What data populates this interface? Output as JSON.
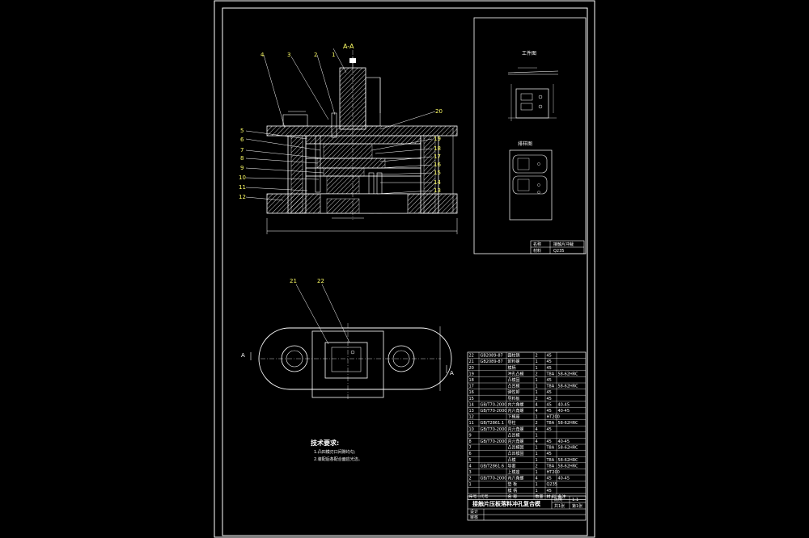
{
  "section_label": "A-A",
  "workpiece_title": "工件图",
  "layout_title": "排样图",
  "part_numbers_left": [
    "4",
    "3",
    "2",
    "1",
    "5",
    "6",
    "7",
    "8",
    "9",
    "10",
    "11",
    "12"
  ],
  "part_numbers_right": [
    "20",
    "19",
    "18",
    "17",
    "16",
    "15",
    "14",
    "13"
  ],
  "plan_part_numbers": [
    "21",
    "22"
  ],
  "section_mark": "A",
  "tech_requirements": {
    "title": "技术要求:",
    "items": [
      "1.凸凹模刃口间隙均匀;",
      "2.装配后各配合面应光洁。"
    ]
  },
  "mini_table": {
    "rows": [
      [
        "名称",
        "接触片冲裁"
      ],
      [
        "材料",
        "Q235"
      ]
    ]
  },
  "bom": {
    "headers": [
      "序号",
      "代号",
      "名 称",
      "数量",
      "材 料",
      "备注"
    ],
    "rows": [
      [
        "22",
        "GB2089-87",
        "圆柱销",
        "2",
        "45",
        ""
      ],
      [
        "21",
        "GB2089-87",
        "卸料螺",
        "1",
        "45",
        ""
      ],
      [
        "20",
        "",
        "模柄",
        "1",
        "45",
        ""
      ],
      [
        "19",
        "",
        "冲孔凸模",
        "2",
        "T8A",
        "58-62HRC"
      ],
      [
        "18",
        "",
        "凸模固",
        "1",
        "45",
        ""
      ],
      [
        "17",
        "",
        "凸凹模",
        "1",
        "T8A",
        "58-62HRC"
      ],
      [
        "16",
        "",
        "弹性卸",
        "1",
        "45",
        ""
      ],
      [
        "15",
        "",
        "导料板",
        "2",
        "45",
        ""
      ],
      [
        "14",
        "GB/T70-2000",
        "内六角螺",
        "4",
        "45",
        "40-45"
      ],
      [
        "13",
        "GB/T70-2000",
        "内六角螺",
        "4",
        "45",
        "40-45"
      ],
      [
        "12",
        "",
        "下模座",
        "1",
        "HT200",
        ""
      ],
      [
        "11",
        "GB/T2861.1",
        "导柱",
        "2",
        "T8A",
        "58-62HRC"
      ],
      [
        "10",
        "GB/T70-2000",
        "内六角螺",
        "4",
        "45",
        ""
      ],
      [
        "9",
        "",
        "凸凹模",
        "1",
        "",
        ""
      ],
      [
        "8",
        "GB/T70-2000",
        "内六角螺",
        "4",
        "45",
        "40-45"
      ],
      [
        "7",
        "",
        "凸凹模固",
        "1",
        "T8A",
        "58-62HRC"
      ],
      [
        "6",
        "",
        "凸凹模固",
        "1",
        "45",
        ""
      ],
      [
        "5",
        "",
        "凸模",
        "1",
        "T8A",
        "58-62HRC"
      ],
      [
        "4",
        "GB/T2861.6",
        "导套",
        "2",
        "T8A",
        "58-62HRC"
      ],
      [
        "3",
        "",
        "上模座",
        "1",
        "HT200",
        ""
      ],
      [
        "2",
        "GB/T70-2000",
        "内六角螺",
        "4",
        "45",
        "40-45"
      ],
      [
        "1",
        "",
        "垫 板",
        "1",
        "Q235",
        ""
      ],
      [
        "",
        "",
        "模 柄",
        "1",
        "45",
        ""
      ]
    ]
  },
  "title_block": {
    "title": "接触片压板落料冲孔复合模",
    "ratio_label": "比例",
    "ratio": "1:1",
    "sheet_label": "共1张",
    "sheet": "第1张",
    "design_label": "设计",
    "review_label": "审核"
  }
}
